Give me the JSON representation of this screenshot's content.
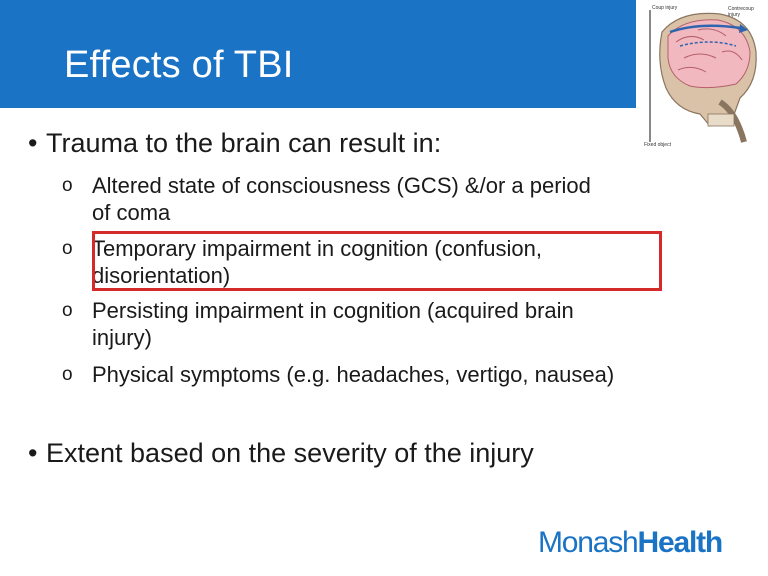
{
  "slide": {
    "title": "Effects of TBI",
    "bullets": [
      {
        "text": "Trauma to the brain can result in:",
        "sub_items": [
          {
            "line1": "Altered state of consciousness (GCS) &/or a period",
            "line2": "of coma"
          },
          {
            "line1": "Temporary impairment in cognition (confusion,",
            "line2": "disorientation)"
          },
          {
            "line1": "Persisting impairment in cognition (acquired brain",
            "line2": "injury)"
          },
          {
            "line1": "Physical symptoms (e.g. headaches, vertigo, nausea)",
            "line2": ""
          }
        ]
      },
      {
        "text": "Extent based on the severity of the injury",
        "sub_items": []
      }
    ],
    "bullet_symbol": "•",
    "sub_bullet_symbol": "o"
  },
  "figure": {
    "labels": {
      "top_left": "Coup injury",
      "top_right": "Contrecoup injury",
      "bottom": "Fixed object"
    },
    "icon": "skull-brain-illustration"
  },
  "logo": {
    "part1": "Monash",
    "part2": "Health"
  },
  "colors": {
    "title_bar": "#1a73c4",
    "highlight": "#d42a2a",
    "logo": "#1a73c4"
  }
}
